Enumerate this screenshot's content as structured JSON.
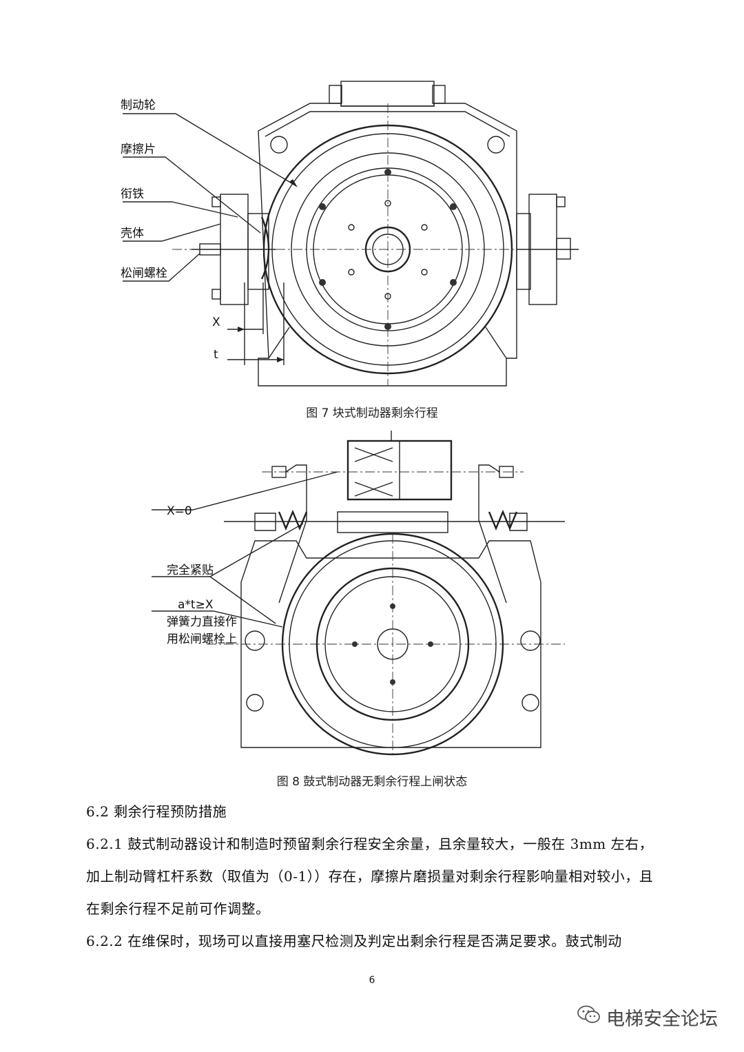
{
  "figure7": {
    "caption": "图 7 块式制动器剩余行程",
    "labels": {
      "brake_wheel": "制动轮",
      "friction_pad": "摩擦片",
      "armature": "衔铁",
      "housing": "壳体",
      "release_bolt": "松闸螺栓",
      "x": "X",
      "t": "t"
    }
  },
  "figure8": {
    "caption": "图 8 鼓式制动器无剩余行程上闸状态",
    "labels": {
      "x_zero": "X=0",
      "full_contact": "完全紧贴",
      "formula": "a*t≥X",
      "spring_line1": "弹簧力直接作",
      "spring_line2": "用松闸螺栓上"
    }
  },
  "section": {
    "heading": "6.2 剩余行程预防措施",
    "p1": "6.2.1 鼓式制动器设计和制造时预留剩余行程安全余量，且余量较大，一般在 3mm 左右，加上制动臂杠杆系数（取值为（0-1））存在，摩擦片磨损量对剩余行程影响量相对较小，且在剩余行程不足前可作调整。",
    "p2": "6.2.2 在维保时，现场可以直接用塞尺检测及判定出剩余行程是否满足要求。鼓式制动"
  },
  "page_number": "6",
  "watermark": {
    "text": "电梯安全论坛",
    "icon": "wechat-icon"
  }
}
